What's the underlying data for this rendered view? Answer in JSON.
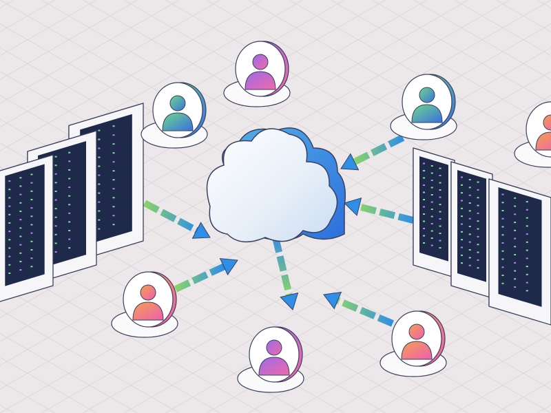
{
  "illustration": {
    "subject_icons": [
      "cloud-icon",
      "server-rack-icon",
      "user-avatar-icon",
      "arrow-icon"
    ],
    "colors": {
      "background": "#ece8ea",
      "grid": "#dcd7da",
      "rack_body": "#f6f5f8",
      "rack_outline": "#3a3f5c",
      "rack_panel": "#1f2a4a",
      "rack_led_green": "#7fe0a0",
      "rack_led_purple": "#a98cf0",
      "cloud_light": "#f4f7fb",
      "cloud_blue": "#3a8fe0",
      "arrow_green": "#8ad36a",
      "arrow_blue": "#2f8fe6",
      "avatar_green": "#5fcf88",
      "avatar_blue": "#3a7fe0",
      "avatar_purple": "#9a6be8",
      "avatar_pink": "#f06aa8",
      "avatar_orange": "#f59a5a"
    },
    "server_groups": [
      {
        "side": "left",
        "racks": 3
      },
      {
        "side": "right",
        "racks": 3
      }
    ],
    "users": [
      {
        "palette": "purple-pink"
      },
      {
        "palette": "green-blue"
      },
      {
        "palette": "green-blue"
      },
      {
        "palette": "orange-pink"
      },
      {
        "palette": "orange-pink"
      },
      {
        "palette": "purple-pink"
      },
      {
        "palette": "orange-pink"
      }
    ]
  }
}
